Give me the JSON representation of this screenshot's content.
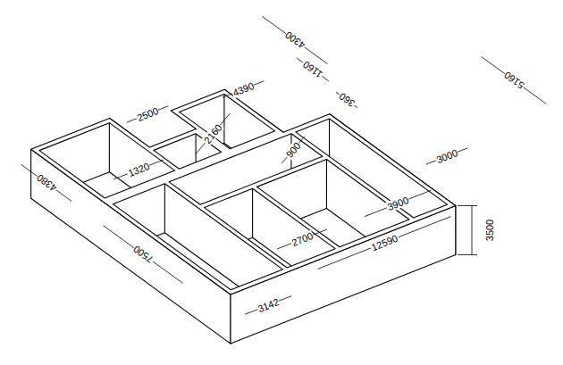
{
  "diagram": {
    "labels": [
      "4300",
      "1160",
      "2500",
      "2160",
      "4390",
      "360",
      "5160",
      "900",
      "3000",
      "1320",
      "4380",
      "3500",
      "3900",
      "2700",
      "7500",
      "12590",
      "3142"
    ]
  }
}
